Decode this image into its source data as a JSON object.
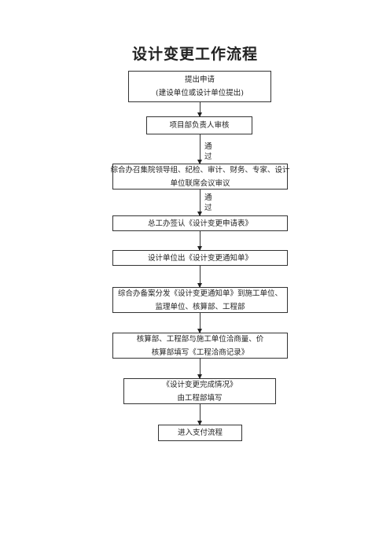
{
  "title": "设计变更工作流程",
  "steps": [
    {
      "line1": "提出申请",
      "line2": "(建设单位或设计单位提出)"
    },
    {
      "line1": "项目部负责人审核"
    },
    {
      "line1": "综合办召集院领导组、纪检、审计、财务、专家、设计",
      "line2": "单位联席会议审议"
    },
    {
      "line1": "总工办签认《设计变更申请表》"
    },
    {
      "line1": "设计单位出《设计变更通知单》"
    },
    {
      "line1": "综合办备案分发《设计变更通知单》到施工单位、",
      "line2": "监理单位、核算部、工程部"
    },
    {
      "line1": "核算部、工程部与施工单位洽商量、价",
      "line2": "核算部填写《工程洽商记录》"
    },
    {
      "line1": "《设计变更完成情况》",
      "line2": "由工程部填写"
    },
    {
      "line1": "进入支付流程"
    }
  ],
  "pass_label_1": "通\n过",
  "pass_label_2": "通\n过"
}
